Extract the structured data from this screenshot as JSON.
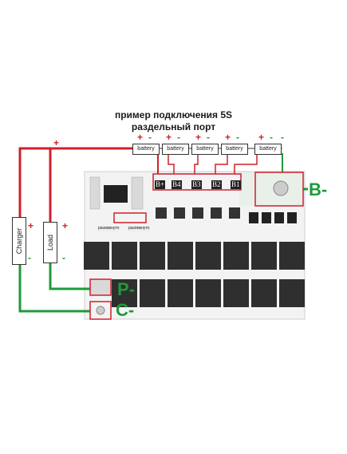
{
  "title": {
    "line1": "пример подключения 5S",
    "line2": "раздельный порт"
  },
  "batteries": [
    "battery",
    "battery",
    "battery",
    "battery",
    "battery"
  ],
  "battery_signs": {
    "plus": "+",
    "minus": "-"
  },
  "terminals": [
    "B+",
    "B4",
    "B3",
    "B2",
    "B1"
  ],
  "jumper_labels": [
    "разомкнуто",
    "разомкнуто"
  ],
  "devices": {
    "charger": "Charger",
    "load": "Load"
  },
  "markers": {
    "plus": "+",
    "minus": "-"
  },
  "ports": {
    "b_minus": "B-",
    "p_minus": "P-",
    "c_minus": "C-"
  },
  "colors": {
    "red": "#d0202a",
    "green": "#1f9a3a",
    "board": "#f2f2f2",
    "mosfet": "#2a2a2a"
  }
}
